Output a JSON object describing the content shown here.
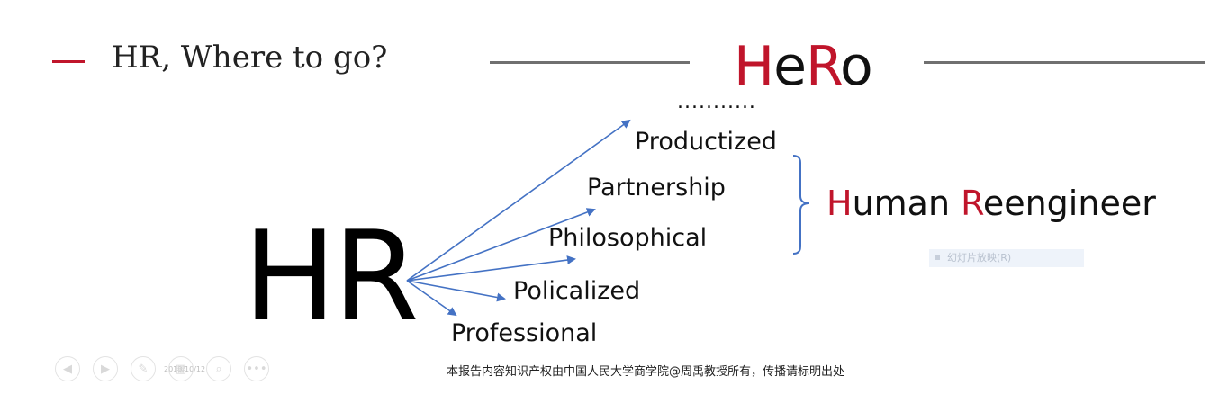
{
  "slide": {
    "title": "HR, Where to go?",
    "hero": {
      "p1": "H",
      "p2": "e",
      "p3": "R",
      "p4": "o"
    },
    "dots": "...........",
    "big_label": "HR",
    "branches": [
      "Productized",
      "Partnership",
      "Philosophical",
      "Policalized",
      "Professional"
    ],
    "human": {
      "h": "H",
      "uman": "uman ",
      "r": "R",
      "eengineer": "eengineer"
    },
    "ghost_text": "幻灯片放映(R)",
    "footer": "本报告内容知识产权由中国人民大学商学院@周禹教授所有，传播请标明出处"
  },
  "player": {
    "date": "2018/10/12",
    "controls": [
      "prev-icon",
      "next-icon",
      "pen-icon",
      "slides-icon",
      "zoom-icon",
      "more-icon"
    ]
  },
  "colors": {
    "accent_red": "#c0152b",
    "arrow_blue": "#4472c4",
    "rule_gray": "#707070"
  }
}
